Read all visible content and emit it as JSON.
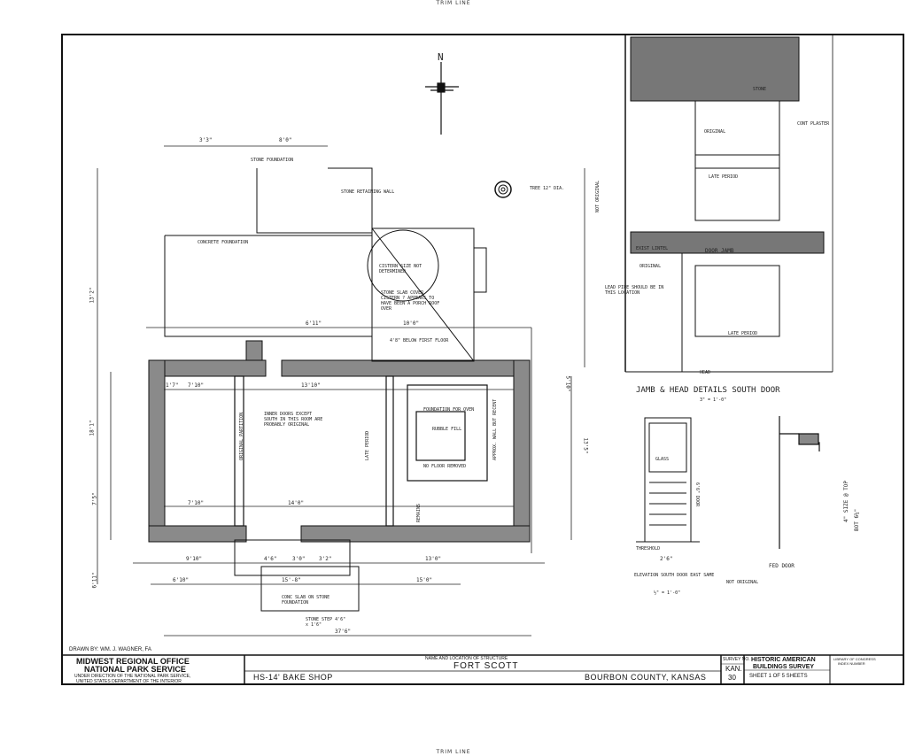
{
  "trim_top": "TRIM LINE",
  "trim_bottom": "TRIM LINE",
  "north": "N",
  "title_block": {
    "drawn_by": "DRAWN BY:  WM. J. WAGNER,  FA",
    "office_line1": "MIDWEST REGIONAL OFFICE",
    "office_line2": "NATIONAL PARK SERVICE",
    "office_line3": "UNDER DIRECTION OF THE NATIONAL PARK SERVICE,",
    "office_line4": "UNITED STATES DEPARTMENT OF THE INTERIOR",
    "name_loc_label": "NAME AND LOCATION OF STRUCTURE",
    "structure_name": "FORT SCOTT",
    "building": "HS-14' BAKE SHOP",
    "county": "BOURBON COUNTY, KANSAS",
    "survey_no_label": "SURVEY NO.",
    "survey_state": "KAN.",
    "survey_number": "30",
    "habs_line1": "HISTORIC AMERICAN",
    "habs_line2": "BUILDINGS SURVEY",
    "sheet_text": "SHEET  1   OF  5   SHEETS",
    "library_line1": "LIBRARY OF CONGRESS",
    "library_line2": "INDEX NUMBER"
  },
  "plan_notes": {
    "dim_3_3": "3'3\"",
    "dim_8_0": "8'0\"",
    "stone_foundation": "STONE FOUNDATION",
    "stone_retaining_wall": "STONE RETAINING WALL",
    "tree": "TREE 12\" DIA.",
    "concrete_foundation": "CONCRETE FOUNDATION",
    "cistern": "CISTERN SIZE NOT DETERMINED",
    "slab_note": "STONE SLAB COVER CISTERN ? APPEARS TO HAVE BEEN A PORCH ROOF OVER",
    "below_first_floor": "4'8\" BELOW FIRST FLOOR",
    "dim_10_0": "10'0\"",
    "dim_13_10": "13'10\"",
    "dim_14_0": "14'0\"",
    "dim_6_11": "6'11\"",
    "dim_7_10": "7'10\"",
    "dim_1_7": "1'7\"",
    "dim_7_5": "7'5\"",
    "dim_13_2": "13'2\"",
    "dim_18_1": "18'1\"",
    "dim_13_5": "13'5\"",
    "inner_doors": "INNER DOORS EXCEPT SOUTH IN THIS ROOM ARE PROBABLY ORIGINAL",
    "orig_partition": "ORIGINAL PARTITION",
    "late_period": "LATE PERIOD",
    "foundation_for_oven": "FOUNDATION FOR OVEN",
    "rubble_fill": "RUBBLE FILL",
    "no_floor": "NO FLOOR REMOVED",
    "approx_wall": "APPROX. WALL BUT RECENT",
    "remains": "REMAINS",
    "dim_9_10": "9'10\"",
    "dim_4_6": "4'6\"",
    "dim_3_0": "3'0\"",
    "dim_3_2": "3'2\"",
    "dim_13_0": "13'0\"",
    "dim_6_10": "6'10\"",
    "dim_15_8": "15'-8\"",
    "dim_15_0": "15'0\"",
    "dim_37_6": "37'6\"",
    "conc_slab": "CONC SLAB ON STONE FOUNDATION",
    "stone_step": "STONE STEP 4'6\" x 1'6\"",
    "dim_6_11b": "6'11\"",
    "dim_5_10": "5'10\""
  },
  "detail_notes": {
    "stone": "STONE",
    "plaster": "CONT PLASTER",
    "original": "ORIGINAL",
    "late_period": "LATE PERIOD",
    "door_jamb": "DOOR JAMB",
    "exist_lintel": "EXIST LINTEL",
    "original2": "ORIGINAL",
    "lead_pipe": "LEAD PIPE SHOULD BE IN THIS LOCATION",
    "late_period2": "LATE PERIOD",
    "head": "HEAD",
    "jamb_head_title": "JAMB & HEAD DETAILS SOUTH DOOR",
    "jamb_head_scale": "3\" = 1'-0\"",
    "not_original": "NOT ORIGINAL",
    "glass": "GLASS",
    "threshold": "THRESHOLD",
    "door_height": "6'6\" DOOR",
    "door_width": "2'6\"",
    "elevation_title": "ELEVATION SOUTH DOOR EAST SAME",
    "not_original2": "NOT ORIGINAL",
    "elevation_scale": "½\" = 1'-0\"",
    "size_top": "4\" SIZE @ TOP",
    "size_bot": "BOT 6¼\"",
    "fed_door": "FED DOOR"
  }
}
